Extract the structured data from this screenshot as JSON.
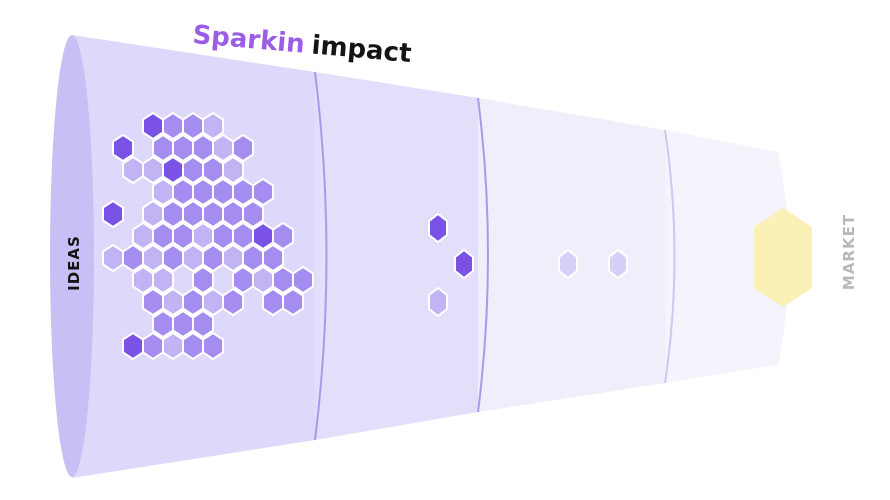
{
  "title": {
    "brand": "Sparkin",
    "rest": "impact"
  },
  "labels": {
    "left": "IDEAS",
    "right": "MARKET"
  },
  "colors": {
    "brand": "#9b5de5",
    "title_dark": "#141414",
    "stage1": "#ded8fb",
    "stage1_ellipse": "#c9bff5",
    "stage2": "#e3def9",
    "stage3": "#f0eefb",
    "stage4": "#f5f4fc",
    "divider": "#a89ae8",
    "hex_dark": "#7b52e6",
    "hex_mid": "#a58cf0",
    "hex_light": "#c2b3f5",
    "hex_pale": "#d8cff9",
    "market_hex": "#fbf0b6",
    "market_label": "#b8b8b8"
  },
  "funnel": {
    "stages": [
      "stage1",
      "stage2",
      "stage3",
      "stage4"
    ],
    "ideas_grid": [
      "..abbc",
      "d.bbbcb",
      ".ccabbc",
      "..cbbbbb",
      "d.cbbbbb",
      ".cbbcbbab",
      "cbcbcbcbb",
      ".cc.b.bcbb",
      "..bcbcb.bb",
      "..bbb",
      ".abcbb"
    ],
    "stage2_hexes": [
      "a",
      "a",
      "c"
    ],
    "stage3_hexes": [
      "p",
      "p"
    ],
    "market_hex": "market"
  }
}
